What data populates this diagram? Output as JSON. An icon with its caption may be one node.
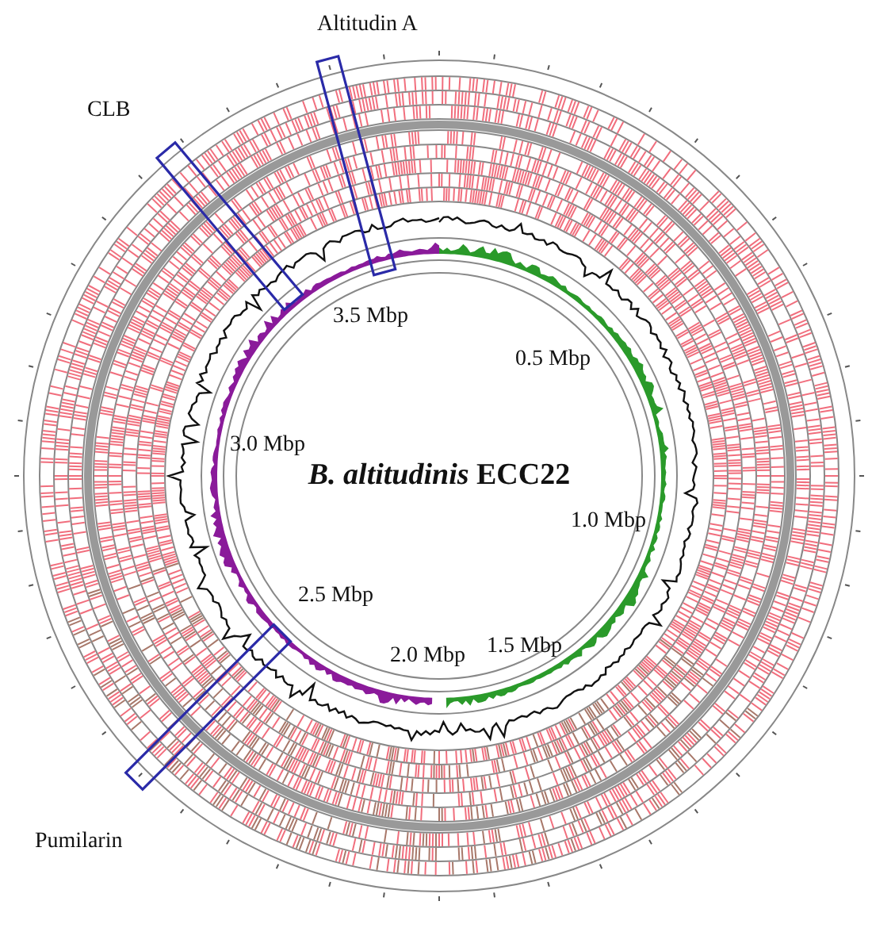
{
  "diagram": {
    "title": "*B. altitudinis* ECC22",
    "labels": [
      "Altitudin A",
      "CLB",
      "3.5 Mbp",
      "0.5 Mbp",
      "3.0 Mbp",
      "1.0 Mbp",
      "2.5 Mbp",
      "1.5 Mbp",
      "2.0 Mbp",
      "Pumilarin"
    ]
  }
}
